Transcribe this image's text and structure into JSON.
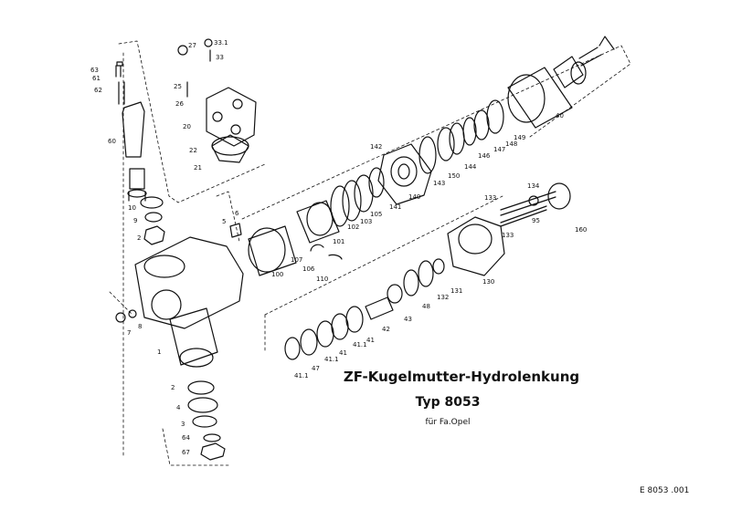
{
  "drawing": {
    "title": "ZF-Kugelmutter-Hydrolenkung",
    "type_label": "Typ 8053",
    "subtitle": "für Fa.Opel",
    "code": "E  8053 .001"
  },
  "part_numbers": [
    {
      "id": "p63",
      "text": "63"
    },
    {
      "id": "p61",
      "text": "61"
    },
    {
      "id": "p62",
      "text": "62"
    },
    {
      "id": "p60",
      "text": "60"
    },
    {
      "id": "p27",
      "text": "27"
    },
    {
      "id": "p331",
      "text": "33.1"
    },
    {
      "id": "p33",
      "text": "33"
    },
    {
      "id": "p25",
      "text": "25"
    },
    {
      "id": "p26",
      "text": "26"
    },
    {
      "id": "p20",
      "text": "20"
    },
    {
      "id": "p22",
      "text": "22"
    },
    {
      "id": "p21",
      "text": "21"
    },
    {
      "id": "p10",
      "text": "10"
    },
    {
      "id": "p9",
      "text": "9"
    },
    {
      "id": "p2a",
      "text": "2"
    },
    {
      "id": "p6",
      "text": "6"
    },
    {
      "id": "p5",
      "text": "5"
    },
    {
      "id": "p7",
      "text": "7"
    },
    {
      "id": "p8",
      "text": "8"
    },
    {
      "id": "p1",
      "text": "1"
    },
    {
      "id": "p2b",
      "text": "2"
    },
    {
      "id": "p4",
      "text": "4"
    },
    {
      "id": "p3",
      "text": "3"
    },
    {
      "id": "p64",
      "text": "64"
    },
    {
      "id": "p67",
      "text": "67"
    },
    {
      "id": "p100",
      "text": "100"
    },
    {
      "id": "p107",
      "text": "107"
    },
    {
      "id": "p106",
      "text": "106"
    },
    {
      "id": "p110",
      "text": "110"
    },
    {
      "id": "p101",
      "text": "101"
    },
    {
      "id": "p102",
      "text": "102"
    },
    {
      "id": "p103",
      "text": "103"
    },
    {
      "id": "p105",
      "text": "105"
    },
    {
      "id": "p141",
      "text": "141"
    },
    {
      "id": "p142",
      "text": "142"
    },
    {
      "id": "p140",
      "text": "140"
    },
    {
      "id": "p143",
      "text": "143"
    },
    {
      "id": "p150",
      "text": "150"
    },
    {
      "id": "p144",
      "text": "144"
    },
    {
      "id": "p146",
      "text": "146"
    },
    {
      "id": "p147",
      "text": "147"
    },
    {
      "id": "p148",
      "text": "148"
    },
    {
      "id": "p149",
      "text": "149"
    },
    {
      "id": "p40",
      "text": "40"
    },
    {
      "id": "p134",
      "text": "134"
    },
    {
      "id": "p133a",
      "text": "133"
    },
    {
      "id": "p95",
      "text": "95"
    },
    {
      "id": "p133b",
      "text": "133"
    },
    {
      "id": "p160",
      "text": "160"
    },
    {
      "id": "p130",
      "text": "130"
    },
    {
      "id": "p131",
      "text": "131"
    },
    {
      "id": "p132",
      "text": "132"
    },
    {
      "id": "p48",
      "text": "48"
    },
    {
      "id": "p43",
      "text": "43"
    },
    {
      "id": "p42",
      "text": "42"
    },
    {
      "id": "p41a",
      "text": "41"
    },
    {
      "id": "p411a",
      "text": "41.1"
    },
    {
      "id": "p41b",
      "text": "41"
    },
    {
      "id": "p411b",
      "text": "41.1"
    },
    {
      "id": "p47",
      "text": "47"
    },
    {
      "id": "p411c",
      "text": "41.1"
    }
  ]
}
